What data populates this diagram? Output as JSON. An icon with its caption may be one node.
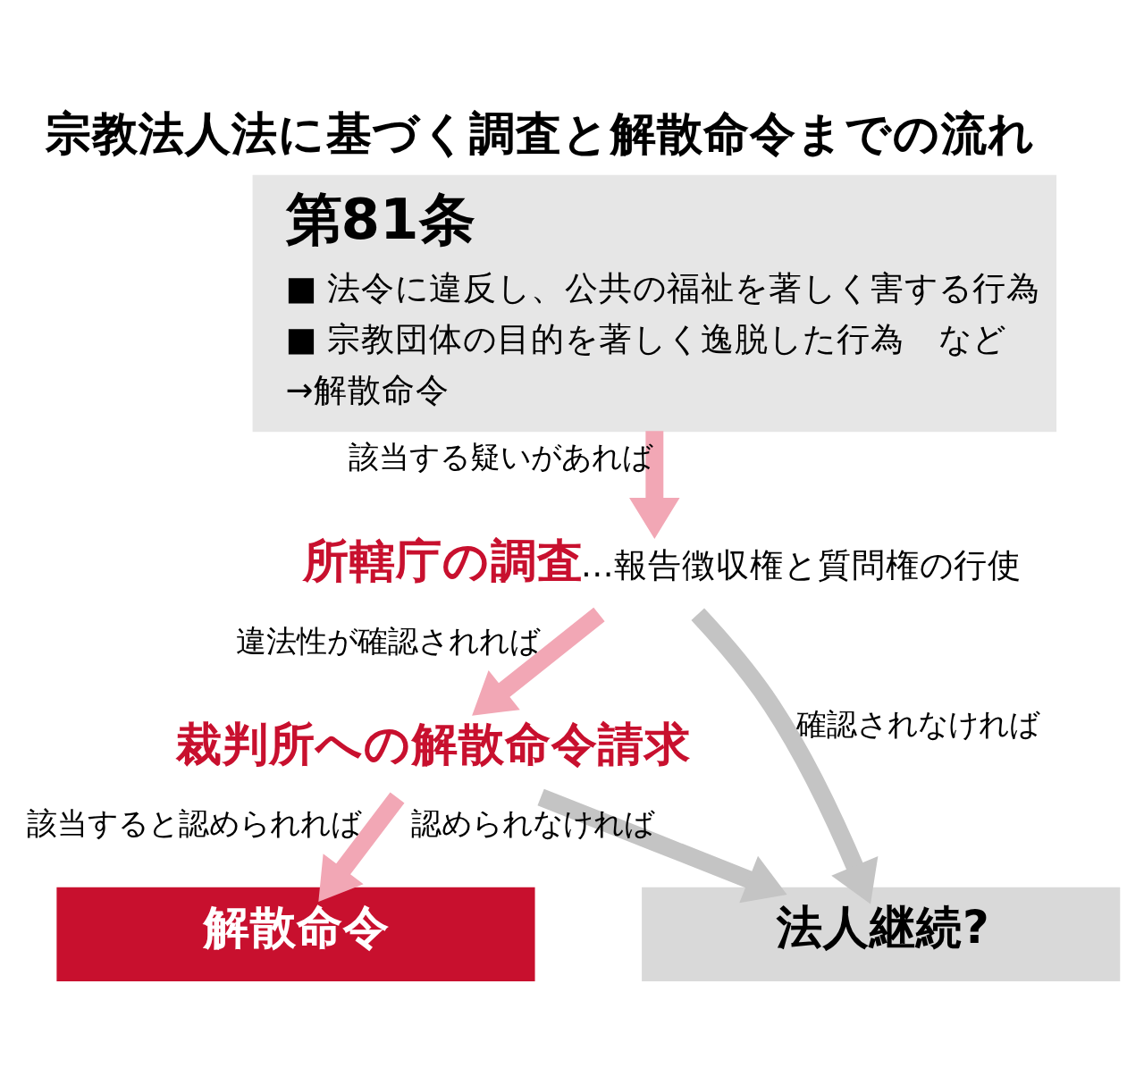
{
  "diagram": {
    "title": "宗教法人法に基づく調査と解散命令までの流れ",
    "nodes": [
      {
        "text": [
          "第81条",
          "■ 法令に違反し、公共の福祉を著しく害する行為",
          "■ 宗教団体の目的を著しく逸脱した行為　など",
          "→解散命令"
        ]
      },
      {
        "text": [
          "所轄庁の調査"
        ],
        "beside": [
          "…報告徴収権と質問権の行使"
        ]
      },
      {
        "text": [
          "裁判所への解散命令請求"
        ]
      },
      {
        "text": [
          "解散命令"
        ]
      },
      {
        "text": [
          "法人継続?"
        ]
      }
    ],
    "edges": [
      {
        "from": 0,
        "to": 1,
        "arrow": "to",
        "label": "該当する疑いがあれば"
      },
      {
        "from": 1,
        "to": 2,
        "arrow": "to",
        "label": "違法性が確認されれば"
      },
      {
        "from": 1,
        "to": 4,
        "arrow": "to",
        "label": "確認されなければ",
        "color": "#c4c4c4"
      },
      {
        "from": 2,
        "to": 3,
        "arrow": "to",
        "label": "該当すると認められれば"
      },
      {
        "from": 2,
        "to": 4,
        "arrow": "to",
        "label": "認められなければ",
        "color": "#c4c4c4"
      }
    ]
  }
}
